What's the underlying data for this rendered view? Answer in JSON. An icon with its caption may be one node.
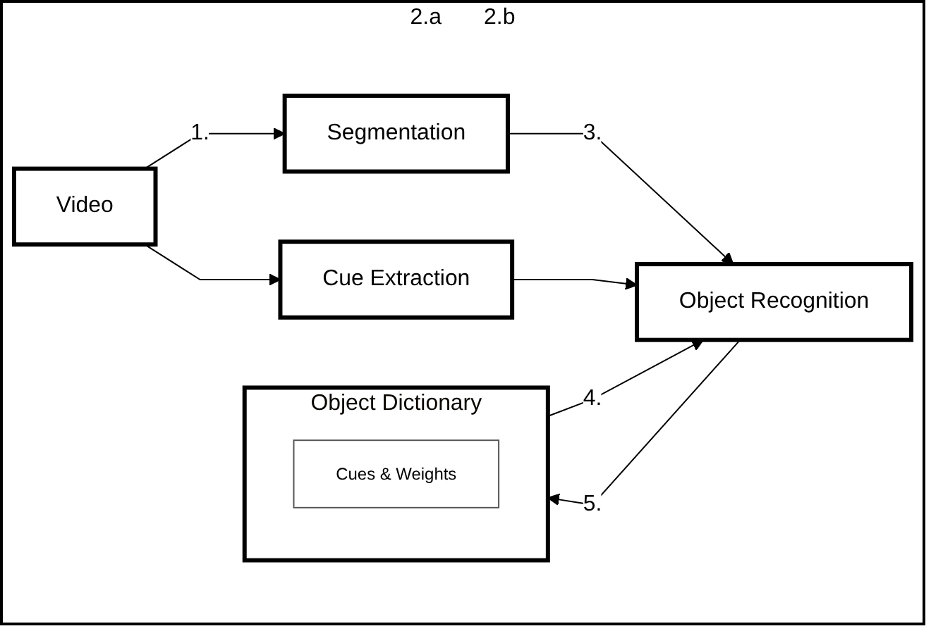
{
  "diagram": {
    "nodes": [
      {
        "text": [
          "Video"
        ]
      },
      {
        "text": [
          "Segmentation"
        ]
      },
      {
        "text": [
          "Cue Extraction"
        ]
      },
      {
        "text": [
          "Object Recognition"
        ]
      },
      {
        "text": [
          "Object Dictionary"
        ]
      },
      {
        "text": [
          "Cues & Weights"
        ],
        "in": 4
      }
    ],
    "edges": [
      {
        "from": 0,
        "to": 1,
        "arrow": "to",
        "label": "1."
      },
      {
        "from": 0,
        "to": 2,
        "arrow": "to"
      },
      {
        "from": 1,
        "to": 3,
        "arrow": "to",
        "label": "3."
      },
      {
        "from": 2,
        "to": 3,
        "arrow": "to"
      },
      {
        "from": 4,
        "to": 3,
        "arrow": "to",
        "label": "4."
      },
      {
        "from": 3,
        "to": 4,
        "arrow": "to",
        "label": "5."
      }
    ],
    "labels": [
      "2.a",
      "2.b"
    ]
  }
}
